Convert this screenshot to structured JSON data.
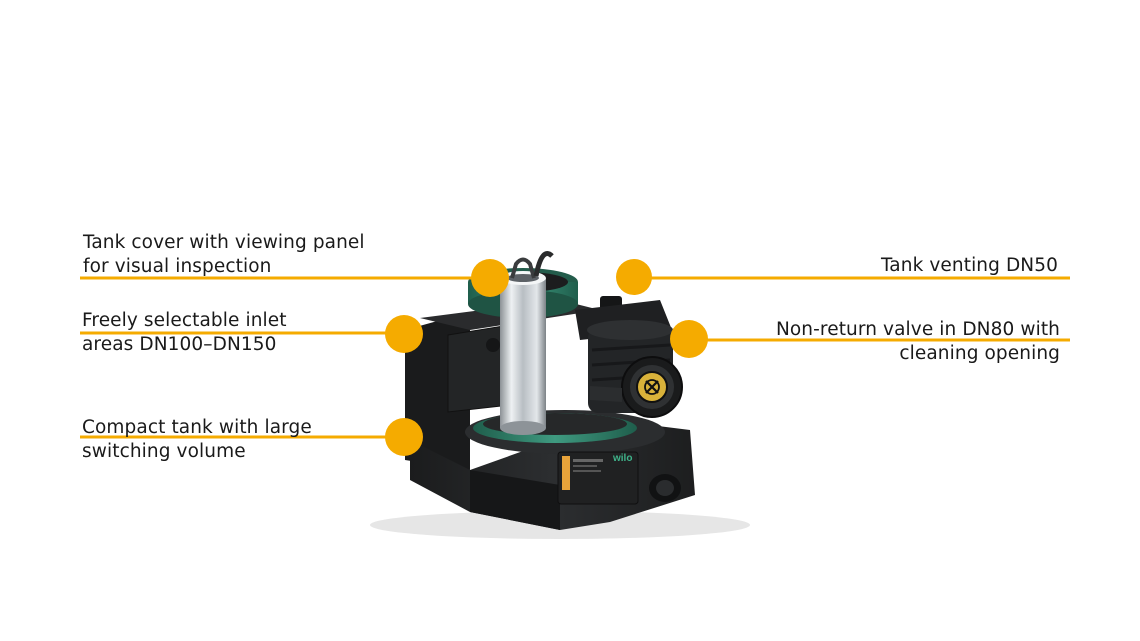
{
  "accent_color": "#f5ab00",
  "callouts": [
    {
      "id": "tank-cover",
      "lines": [
        "Tank cover with viewing panel",
        "for visual inspection"
      ]
    },
    {
      "id": "inlet-areas",
      "lines": [
        "Freely selectable inlet",
        "areas DN100–DN150"
      ]
    },
    {
      "id": "compact-tank",
      "lines": [
        "Compact tank with large",
        "switching volume"
      ]
    },
    {
      "id": "tank-venting",
      "lines": [
        "Tank venting DN50"
      ]
    },
    {
      "id": "non-return-valve",
      "lines": [
        "Non-return valve in DN80 with",
        "cleaning opening"
      ]
    }
  ],
  "product": {
    "brand_logo_text": "wilo",
    "warning-symbol": "no-hand-in-pump-icon"
  }
}
